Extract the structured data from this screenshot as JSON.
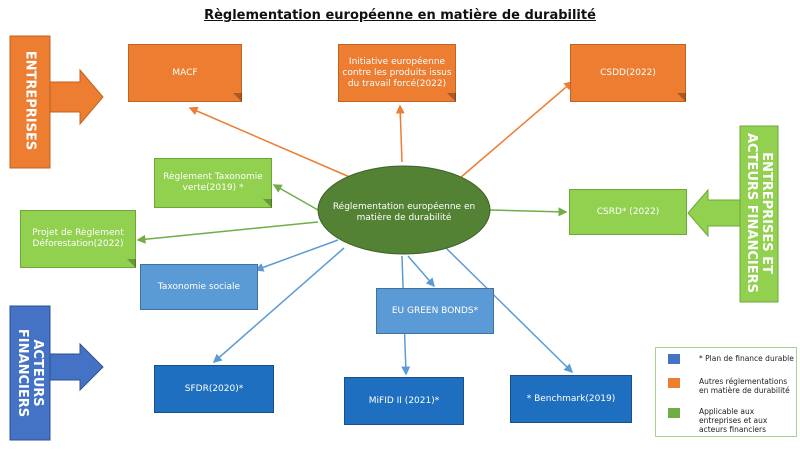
{
  "title": "Règlementation européenne en matière de durabilité",
  "colors": {
    "orange": "#ED7D31",
    "light_green": "#92D050",
    "dark_green": "#548235",
    "light_blue": "#5B9BD5",
    "dark_blue": "#1F6FC1",
    "line_orange": "#ED7D31",
    "line_green": "#70AD47",
    "line_blue": "#5B9BD5"
  },
  "center": {
    "label": "Réglementation européenne en matière de durabilité"
  },
  "sides": {
    "entreprises": "ENTREPRISES",
    "entreprises_acteurs_line1": "ENTREPRISES ET",
    "entreprises_acteurs_line2": "ACTEURS FINANCIERS",
    "acteurs_line1": "ACTEURS",
    "acteurs_line2": "FINANCIERS"
  },
  "nodes": {
    "macf": "MACF",
    "travail_force": "Initiative européenne contre les produits issus du travail forcé(2022)",
    "csdd": "CSDD(2022)",
    "taxonomie_verte": "Règlement Taxonomie verte(2019) *",
    "deforestation": "Projet de Règlement Déforestation(2022)",
    "csrd": "CSRD* (2022)",
    "taxonomie_sociale": "Taxonomie sociale",
    "eu_green_bonds": "EU GREEN BONDS*",
    "sfdr": "SFDR(2020)*",
    "mifid": "MiFID II (2021)*",
    "benchmark": "* Benchmark(2019)"
  },
  "legend": {
    "plan": "* Plan de finance durable",
    "autres": "Autres réglementations en matière de durabilité",
    "applicable": "Applicable aux entreprises et aux acteurs financiers"
  }
}
